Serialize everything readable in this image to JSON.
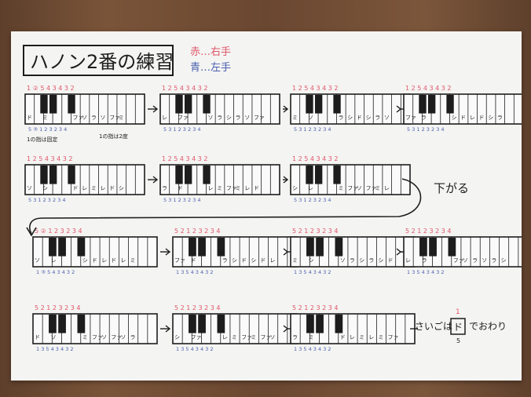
{
  "title": "ハノン2番の練習",
  "legend": {
    "red": "赤…右手",
    "blue": "青…左手"
  },
  "annotations": {
    "note1": "1の指は固定",
    "note2": "1の指は2度",
    "down": "下がる",
    "end_text_a": "さいごは",
    "end_note": "ド",
    "end_text_b": "でおわり",
    "end_red_finger": "1",
    "end_blue_finger": "5"
  },
  "colors": {
    "red_ink": "#e0566a",
    "blue_ink": "#4a5fb0",
    "paper": "#f4f4f2",
    "wood": "#6b4a33"
  },
  "exercises": [
    {
      "keys": [
        "ド",
        "ミ",
        "ファ",
        "ソ",
        "ラ",
        "ソ",
        "ファ",
        "ミ"
      ],
      "red": "1 ② 5 4 3 4 3 2",
      "blue": "5 ③ 1 2 3 2 3 4"
    },
    {
      "keys": [
        "レ",
        "ファ",
        "ソ",
        "ラ",
        "シ",
        "ラ",
        "ソ",
        "ファ"
      ],
      "red": "1 2 5 4 3 4 3 2",
      "blue": "5 3 1 2 3 2 3 4"
    },
    {
      "keys": [
        "ミ",
        "ソ",
        "ラ",
        "シ",
        "ド",
        "シ",
        "ラ",
        "ソ"
      ],
      "red": "1 2 5 4 3 4 3 2",
      "blue": "5 3 1 2 3 2 3 4"
    },
    {
      "keys": [
        "ファ",
        "ラ",
        "シ",
        "ド",
        "レ",
        "ド",
        "シ",
        "ラ"
      ],
      "red": "1 2 5 4 3 4 3 2",
      "blue": "5 3 1 2 3 2 3 4"
    },
    {
      "keys": [
        "ソ",
        "シ",
        "ド",
        "レ",
        "ミ",
        "レ",
        "ド",
        "シ"
      ],
      "red": "1 2 5 4 3 4 3 2",
      "blue": "5 3 1 2 3 2 3 4"
    },
    {
      "keys": [
        "ラ",
        "ド",
        "レ",
        "ミ",
        "ファ",
        "ミ",
        "レ",
        "ド"
      ],
      "red": "1 2 5 4 3 4 3 2",
      "blue": "5 3 1 2 3 2 3 4"
    },
    {
      "keys": [
        "シ",
        "レ",
        "ミ",
        "ファ",
        "ソ",
        "ファ",
        "ミ",
        "レ"
      ],
      "red": "1 2 5 4 3 4 3 2",
      "blue": "5 3 1 2 3 2 3 4"
    },
    {
      "keys": [
        "ソ",
        "レ",
        "シ",
        "ド",
        "レ",
        "ド",
        "レ",
        "ミ"
      ],
      "red": "5 ② 1 2 3 2 3 4",
      "blue": "1 ③ 5 4 3 4 3 2"
    },
    {
      "keys": [
        "ファ",
        "ド",
        "ラ",
        "シ",
        "ド",
        "シ",
        "ド",
        "レ"
      ],
      "red": "5 2 1 2 3 2 3 4",
      "blue": "1 3 5 4 3 4 3 2"
    },
    {
      "keys": [
        "ミ",
        "シ",
        "ソ",
        "ラ",
        "シ",
        "ラ",
        "シ",
        "ド"
      ],
      "red": "5 2 1 2 3 2 3 4",
      "blue": "1 3 5 4 3 4 3 2"
    },
    {
      "keys": [
        "レ",
        "ラ",
        "ファ",
        "ソ",
        "ラ",
        "ソ",
        "ラ",
        "シ"
      ],
      "red": "5 2 1 2 3 2 3 4",
      "blue": "1 3 5 4 3 4 3 2"
    },
    {
      "keys": [
        "ド",
        "ソ",
        "ミ",
        "ファ",
        "ソ",
        "ファ",
        "ソ",
        "ラ"
      ],
      "red": "5 2 1 2 3 2 3 4",
      "blue": "1 3 5 4 3 4 3 2"
    },
    {
      "keys": [
        "シ",
        "ファ",
        "レ",
        "ミ",
        "ファ",
        "ミ",
        "ファ",
        "ソ"
      ],
      "red": "5 2 1 2 3 2 3 4",
      "blue": "1 3 5 4 3 4 3 2"
    },
    {
      "keys": [
        "ラ",
        "ミ",
        "ド",
        "レ",
        "ミ",
        "レ",
        "ミ",
        "ファ"
      ],
      "red": "5 2 1 2 3 2 3 4",
      "blue": "1 3 5 4 3 4 3 2"
    }
  ]
}
